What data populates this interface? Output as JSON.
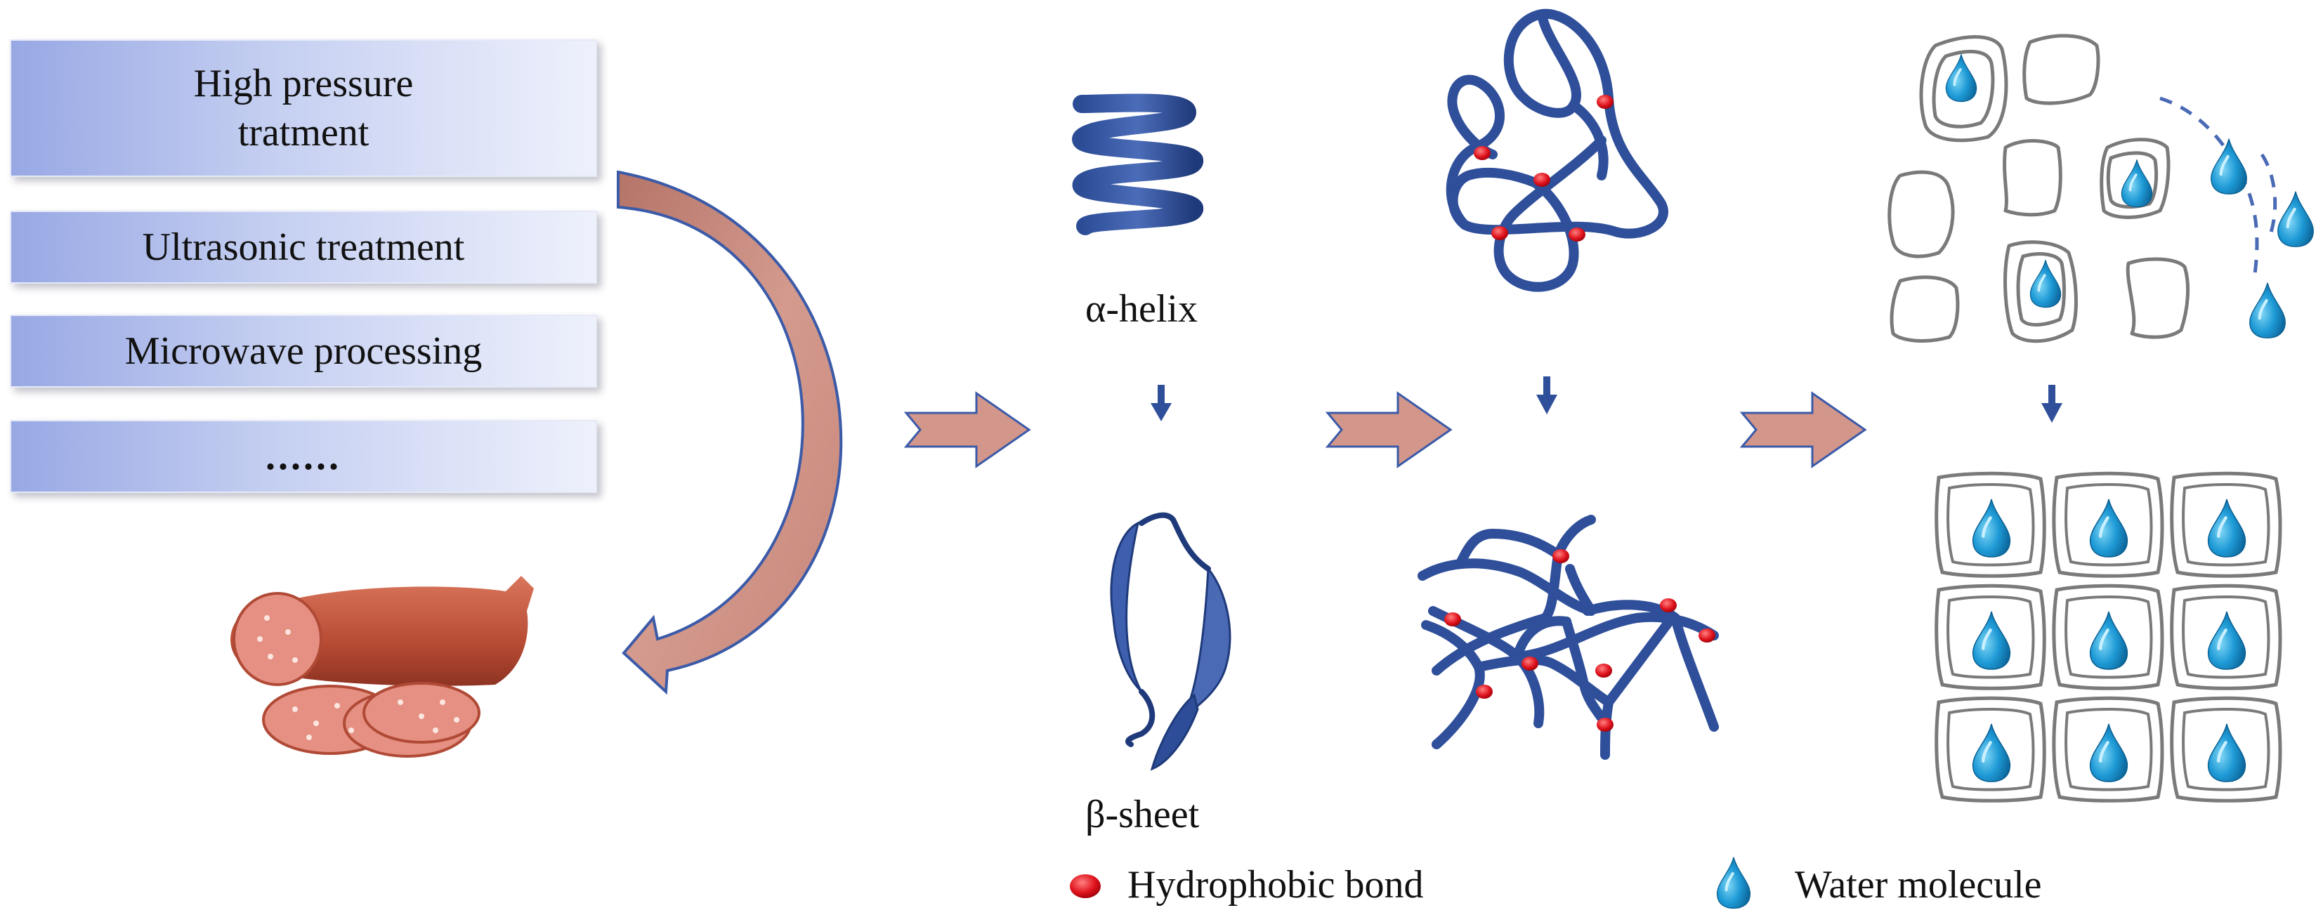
{
  "treatments": {
    "high_pressure": "High pressure\ntratment",
    "ultrasonic": "Ultrasonic treatment",
    "microwave": "Microwave processing",
    "more": "......"
  },
  "structures": {
    "alpha_helix": "α-helix",
    "beta_sheet": "β-sheet"
  },
  "legend": {
    "hydrophobic_bond": "Hydrophobic bond",
    "water_molecule": "Water molecule"
  },
  "colors": {
    "protein_chain": "#2f4f9a",
    "bond_dot": "#e0141e",
    "process_arrow": "#d3968a",
    "arrow_outline": "#3b5aa8",
    "cell_outline": "#7a7a7a",
    "water_drop": "#1e9ad6",
    "sausage": "#c5573f"
  },
  "icons": [
    "sausage-icon",
    "alpha-helix-icon",
    "beta-sheet-icon",
    "water-drop-icon",
    "hydrophobic-bond-icon"
  ]
}
